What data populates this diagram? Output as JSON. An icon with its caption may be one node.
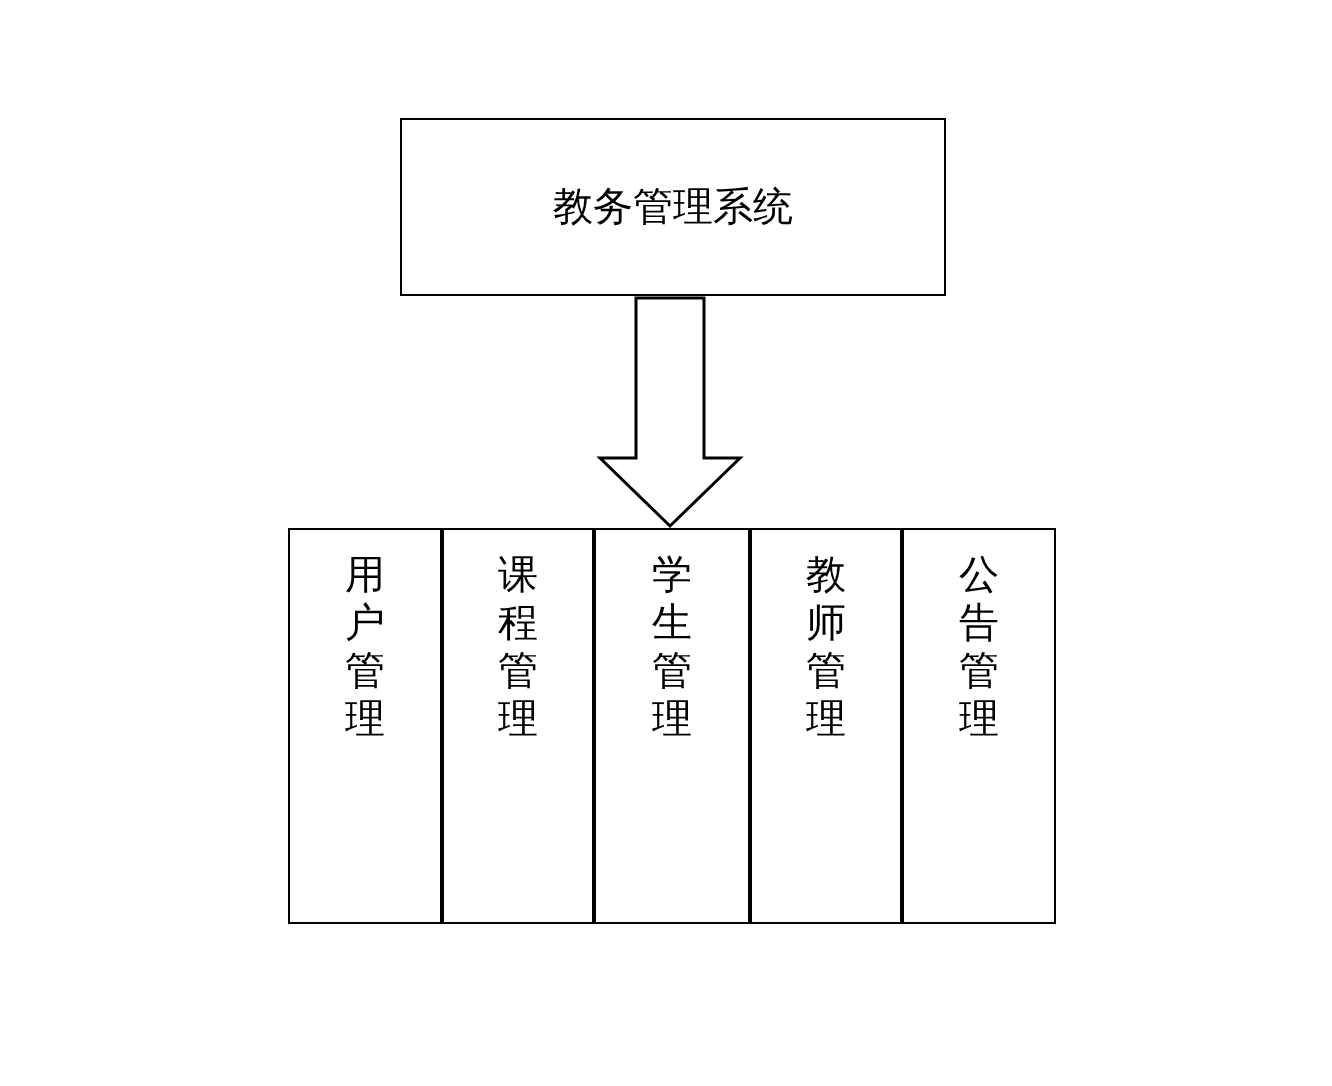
{
  "diagram": {
    "nodes": [
      {
        "text": [
          "教务管理系统"
        ]
      },
      {
        "text": [
          "用户管理"
        ]
      },
      {
        "text": [
          "课程管理"
        ]
      },
      {
        "text": [
          "学生管理"
        ]
      },
      {
        "text": [
          "教师管理"
        ]
      },
      {
        "text": [
          "公告管理"
        ]
      }
    ],
    "edges": [
      {
        "from": 0,
        "to": 3,
        "arrow": "to"
      }
    ]
  }
}
